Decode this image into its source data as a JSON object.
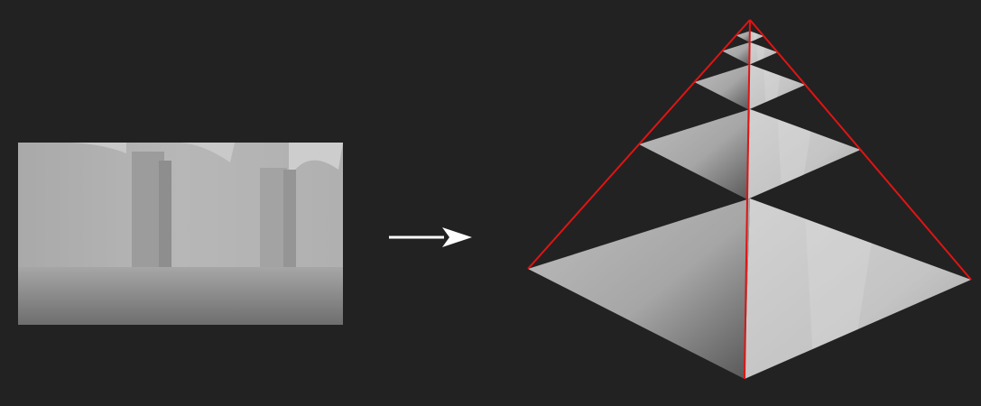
{
  "colors": {
    "background": "#222222",
    "pyramid_edge": "#e01414",
    "arrow": "#ffffff",
    "depth_light": "#c4c4c4",
    "depth_dark": "#6e6e6e"
  },
  "depth_image": {
    "icon": "depth-map-image"
  },
  "transition_arrow": {
    "icon": "right-arrow-icon"
  },
  "pyramid": {
    "icon": "image-pyramid",
    "level_count": 5
  }
}
